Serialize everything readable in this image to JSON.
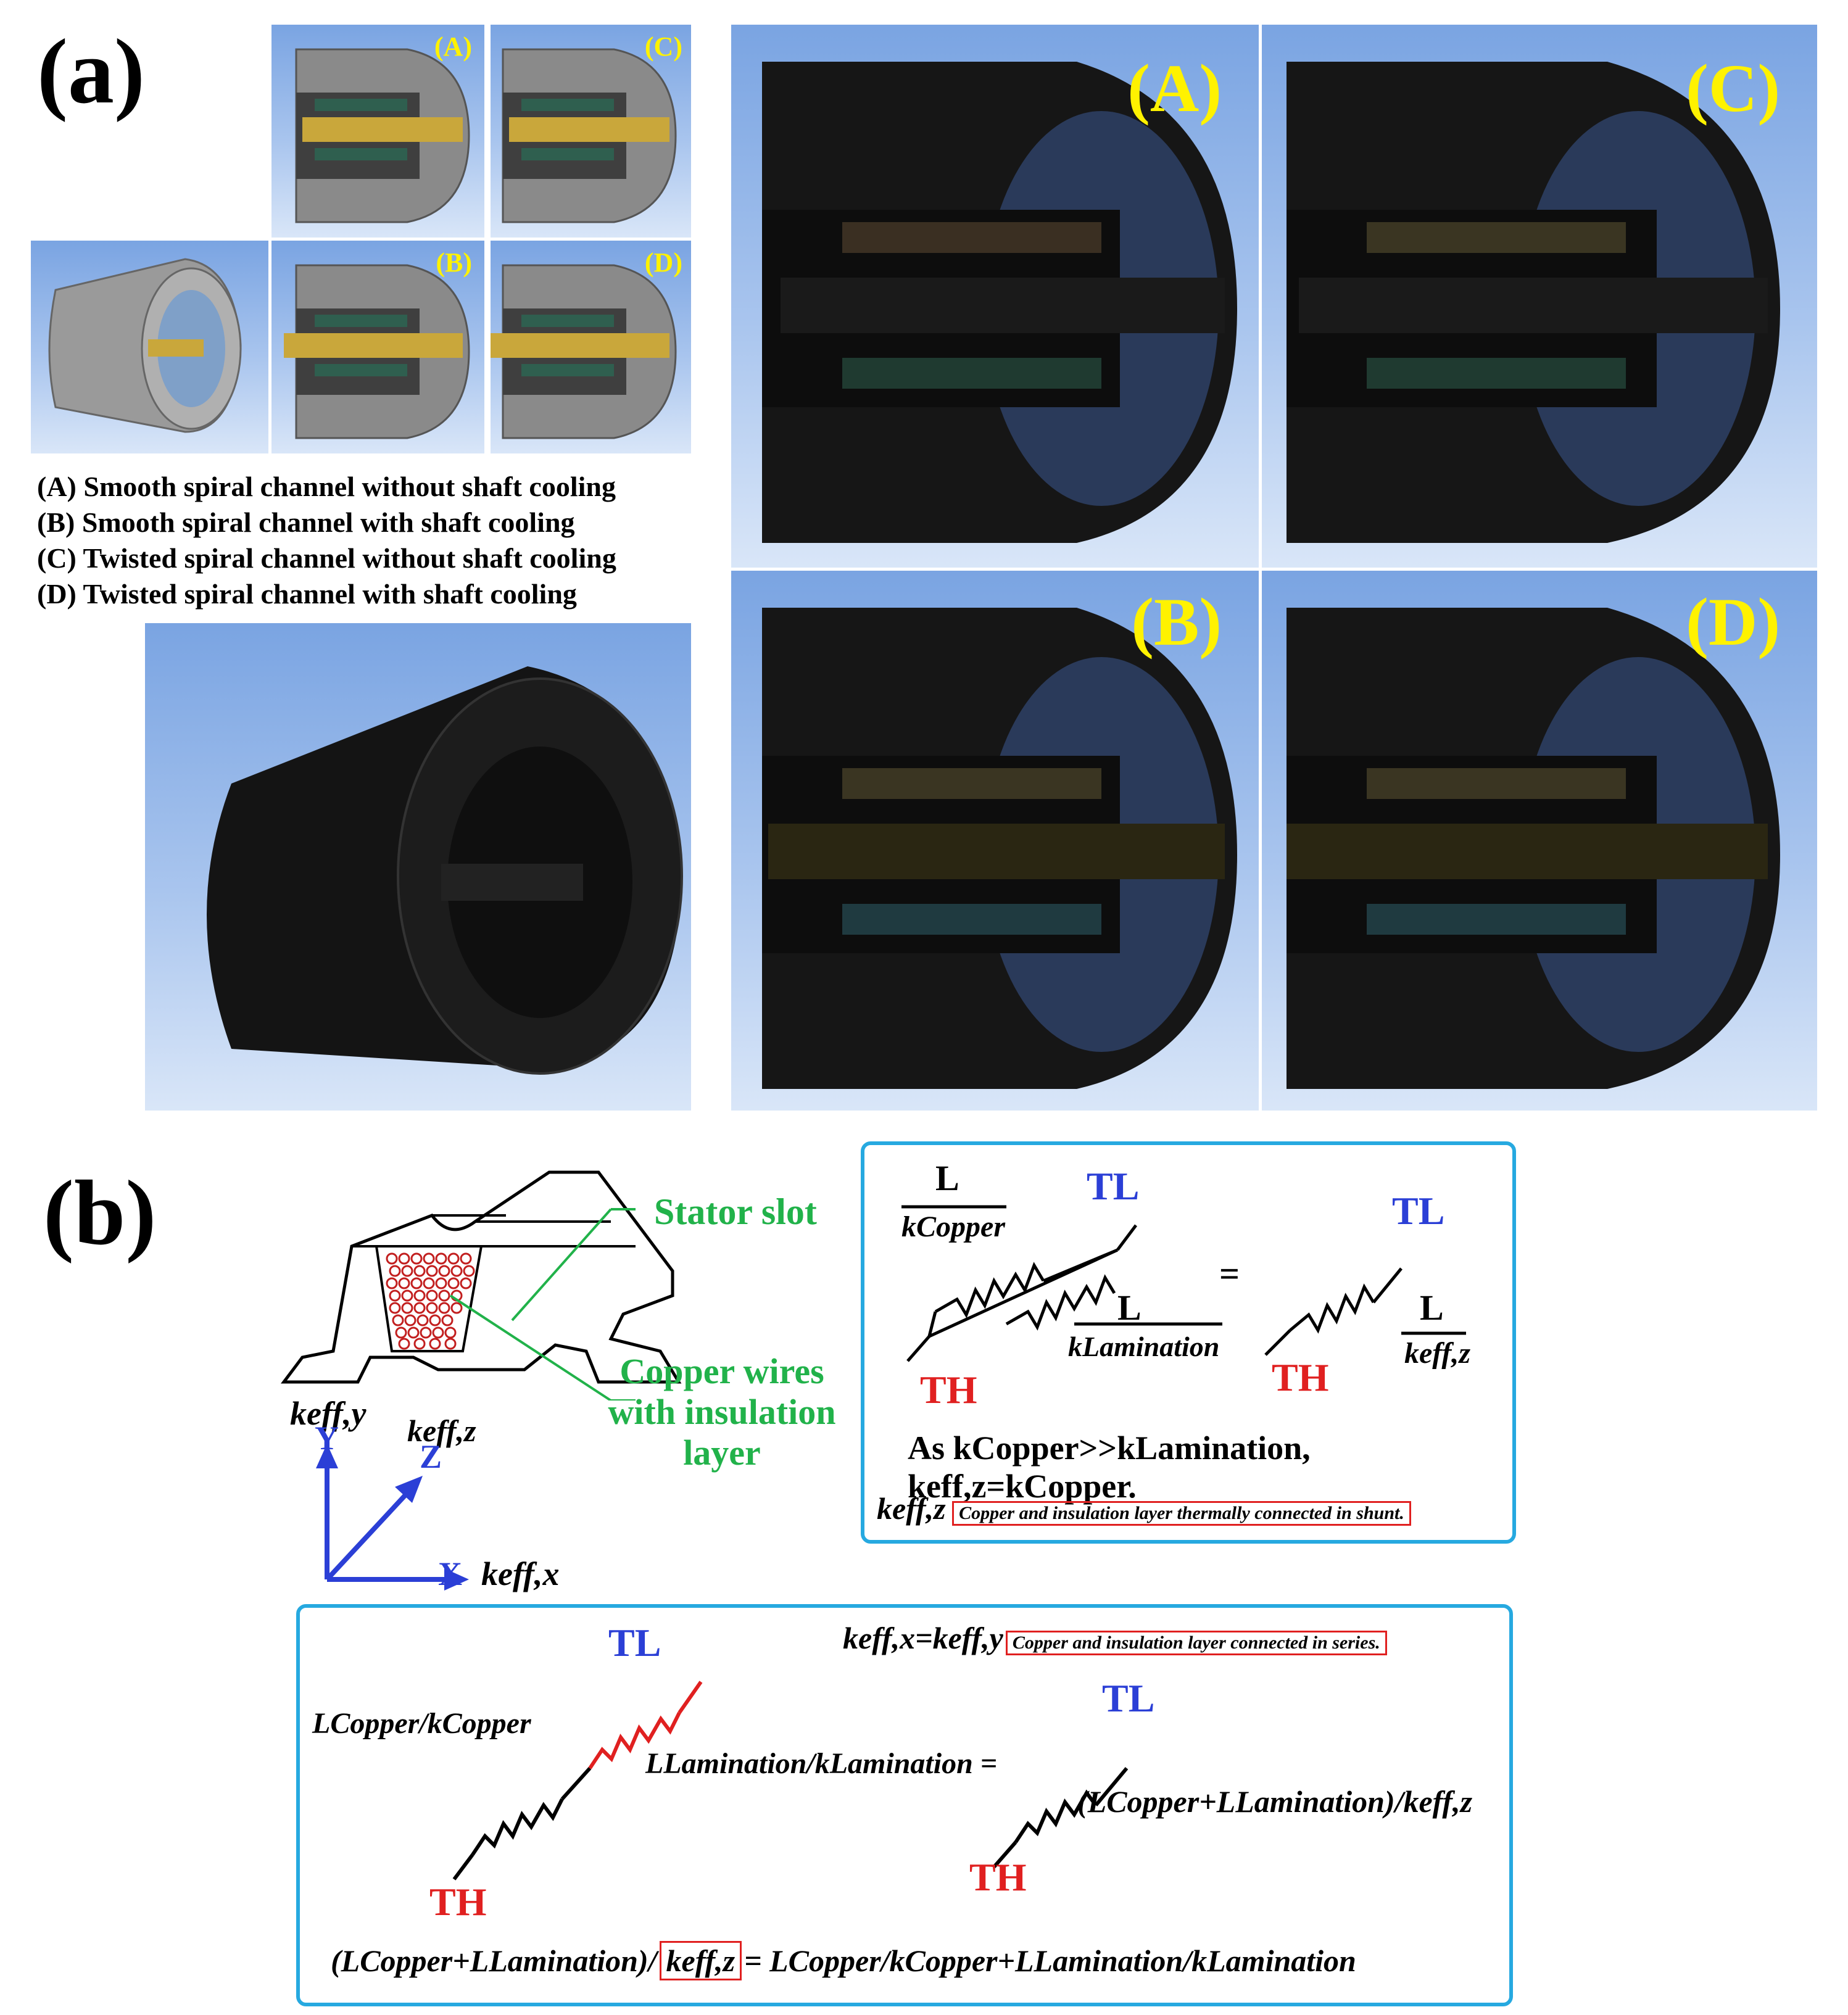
{
  "panel_a": {
    "label": "(a)",
    "small_tags": [
      "(A)",
      "(C)",
      "(B)",
      "(D)"
    ],
    "big_tags": [
      "(A)",
      "(C)",
      "(B)",
      "(D)"
    ],
    "legend": [
      "(A) Smooth spiral channel without shaft cooling",
      "(B) Smooth spiral channel with shaft cooling",
      "(C) Twisted spiral channel without shaft cooling",
      "(D) Twisted spiral channel with shaft cooling"
    ]
  },
  "panel_b": {
    "label": "(b)",
    "stator_slot": "Stator slot",
    "copper_wires_lines": [
      "Copper wires",
      "with insulation",
      "layer"
    ],
    "k_eff_y": "keff,y",
    "k_eff_z": "keff,z",
    "k_eff_x": "keff,x",
    "axis_y": "Y",
    "axis_z": "Z",
    "axis_x": "X",
    "box1": {
      "L": "L",
      "k_copper": "kCopper",
      "k_lamination": "kLamination",
      "k_eff_z": "keff,z",
      "T_L": "TL",
      "T_H": "TH",
      "equals": "=",
      "as_line": "As kCopper>>kLamination, keff,z=kCopper.",
      "note_prefix": "keff,z",
      "note": "Copper and insulation layer thermally connected in shunt."
    },
    "box2": {
      "header_eq": "keff,x=keff,y",
      "note": "Copper and insulation layer connected in series.",
      "L_copper_over_k": "LCopper/kCopper",
      "L_lam_over_k": "LLamination/kLamination =",
      "right_expr": "(LCopper+LLamination)/keff,z",
      "T_L": "TL",
      "T_H": "TH",
      "bottom_left": "(LCopper+LLamination)/",
      "bottom_boxed": "keff,z",
      "bottom_right": "= LCopper/kCopper+LLamination/kLamination"
    }
  }
}
